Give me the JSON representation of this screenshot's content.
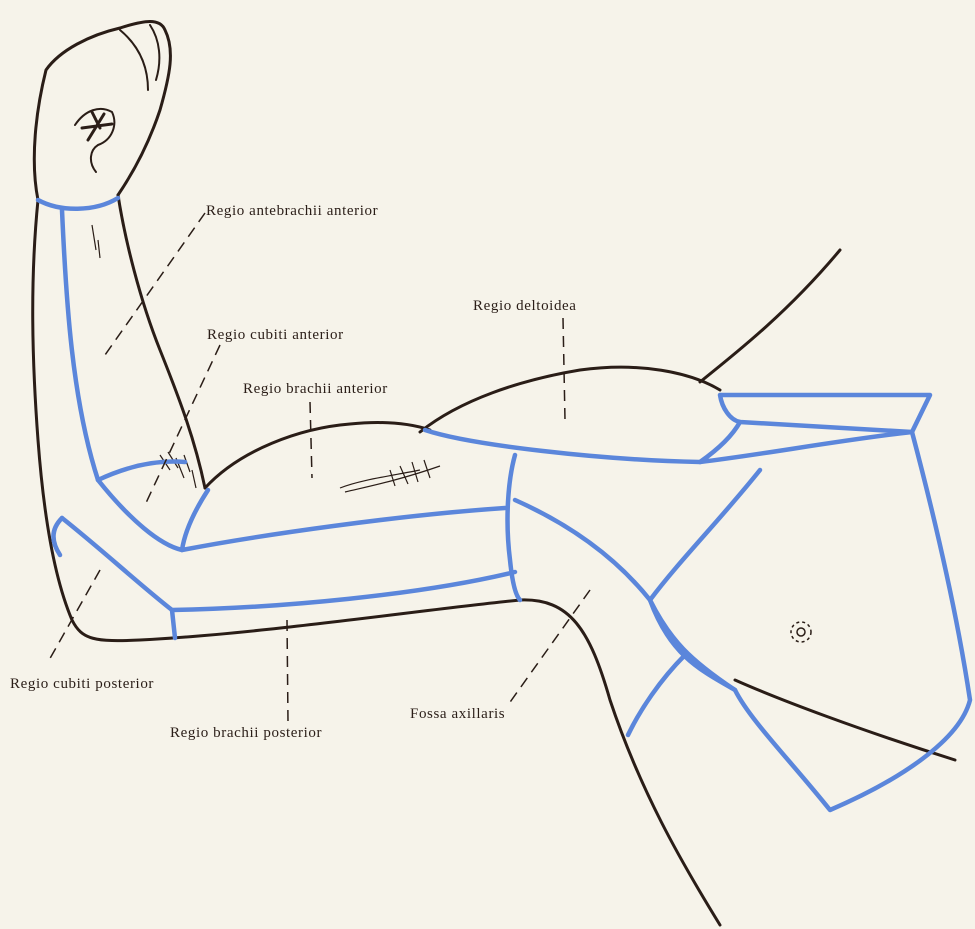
{
  "figure": {
    "colors": {
      "background": "#f6f3ea",
      "outline": "#2a1d17",
      "region_border": "#5b86db"
    },
    "labels": {
      "regio_antebrachii_anterior": "Regio antebrachii anterior",
      "regio_cubiti_anterior": "Regio cubiti anterior",
      "regio_brachii_anterior": "Regio brachii anterior",
      "regio_deltoidea": "Regio deltoidea",
      "regio_cubiti_posterior": "Regio cubiti posterior",
      "regio_brachii_posterior": "Regio brachii posterior",
      "fossa_axillaris": "Fossa axillaris"
    }
  }
}
